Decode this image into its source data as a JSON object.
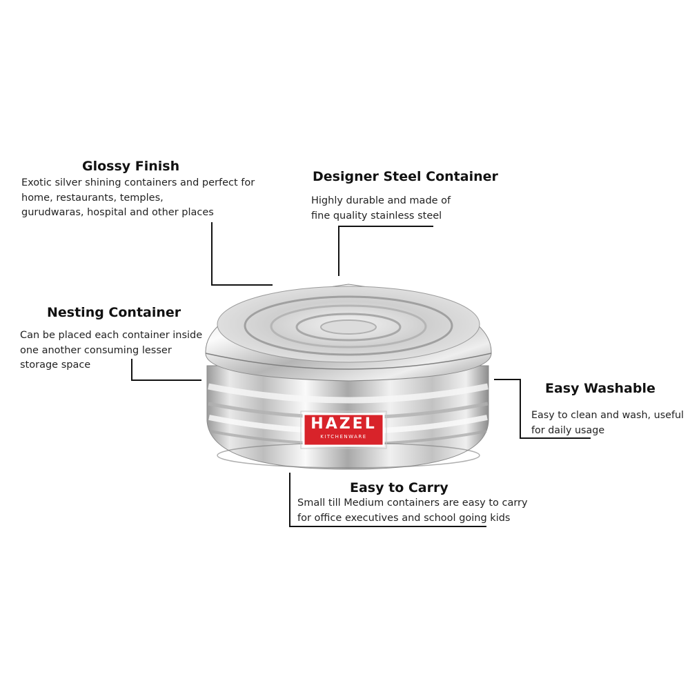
{
  "features": {
    "glossy": {
      "title": "Glossy Finish",
      "description": "Exotic silver shining containers and perfect for\nhome, restaurants, temples,\ngurudwaras, hospital and other places"
    },
    "designer": {
      "title": "Designer Steel Container",
      "description": "Highly durable and made of\nfine quality stainless steel"
    },
    "nesting": {
      "title": "Nesting Container",
      "description": "Can be placed each container inside\none another consuming lesser\nstorage space"
    },
    "washable": {
      "title": "Easy Washable",
      "description": "Easy to clean and wash, useful\nfor daily usage"
    },
    "carry": {
      "title": "Easy to Carry",
      "description": "Small till Medium containers are easy to carry\nfor office executives and school going kids"
    }
  },
  "brand": {
    "logo_text": "HAZEL",
    "logo_subtext": "KITCHENWARE",
    "logo_color": "#d8232a"
  },
  "colors": {
    "line": "#111111",
    "steel_light": "#f4f4f4",
    "steel_dark": "#8a8a8a"
  }
}
